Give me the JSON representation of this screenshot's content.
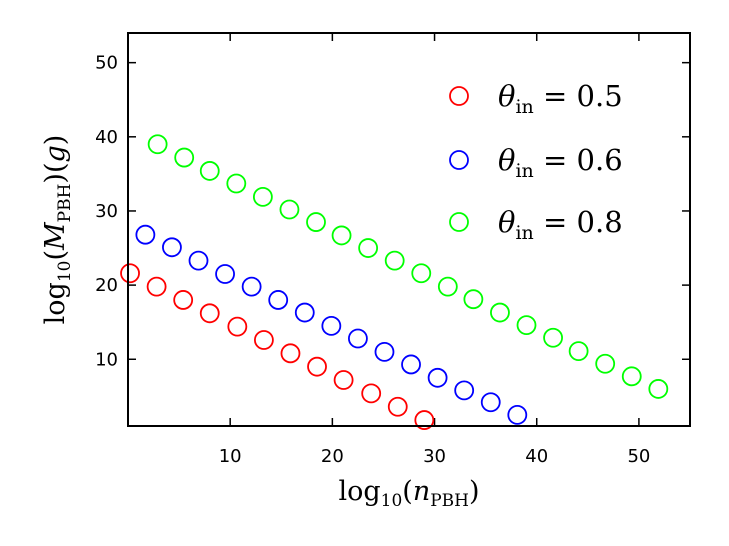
{
  "chart_data": {
    "type": "scatter",
    "title": "",
    "xlabel": "log10(nPBH)",
    "ylabel": "log10(MPBH)(g)",
    "xlim": [
      0,
      55
    ],
    "ylim": [
      1,
      54
    ],
    "xticks": [
      10,
      20,
      30,
      40,
      50
    ],
    "yticks": [
      10,
      20,
      30,
      40,
      50
    ],
    "grid": false,
    "legend_position": "top-right",
    "series": [
      {
        "name": "θin = 0.5",
        "color": "#ff0000",
        "x": [
          0.2,
          2.8,
          5.4,
          8.0,
          10.7,
          13.3,
          15.9,
          18.5,
          21.1,
          23.8,
          26.4,
          29.0
        ],
        "y": [
          21.6,
          19.8,
          18.0,
          16.2,
          14.4,
          12.6,
          10.8,
          9.0,
          7.2,
          5.4,
          3.6,
          1.8
        ]
      },
      {
        "name": "θin = 0.6",
        "color": "#0000ff",
        "x": [
          1.7,
          4.3,
          6.9,
          9.5,
          12.1,
          14.7,
          17.3,
          19.9,
          22.5,
          25.1,
          27.7,
          30.3,
          32.9,
          35.5,
          38.1
        ],
        "y": [
          26.8,
          25.1,
          23.3,
          21.5,
          19.8,
          18.0,
          16.3,
          14.5,
          12.8,
          11.0,
          9.3,
          7.5,
          5.8,
          4.2,
          2.5
        ]
      },
      {
        "name": "θin = 0.8",
        "color": "#00ff00",
        "x": [
          2.9,
          5.5,
          8.0,
          10.6,
          13.2,
          15.8,
          18.4,
          20.9,
          23.5,
          26.1,
          28.7,
          31.3,
          33.8,
          36.4,
          39.0,
          41.6,
          44.1,
          46.7,
          49.3,
          51.9
        ],
        "y": [
          39.0,
          37.2,
          35.4,
          33.7,
          31.9,
          30.2,
          28.5,
          26.7,
          25.0,
          23.3,
          21.6,
          19.8,
          18.1,
          16.3,
          14.6,
          12.9,
          11.1,
          9.4,
          7.7,
          6.0
        ]
      }
    ]
  }
}
